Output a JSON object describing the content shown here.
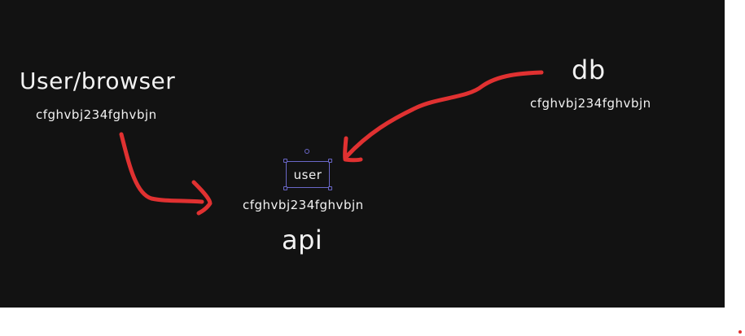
{
  "canvas": {
    "background": "#121212",
    "page_background": "#ffffff",
    "text_color": "#f2f2f2",
    "arrow_color": "#e03131",
    "selection_color": "#6a67c8"
  },
  "nodes": {
    "user_browser": {
      "label": "User/browser",
      "hash": "cfghvbj234fghvbjn"
    },
    "db": {
      "label": "db",
      "hash": "cfghvbj234fghvbjn"
    },
    "api": {
      "label": "api",
      "hash": "cfghvbj234fghvbjn",
      "selected_text": "user"
    }
  },
  "edges": [
    {
      "from": "user_browser",
      "to": "api"
    },
    {
      "from": "db",
      "to": "api"
    }
  ]
}
